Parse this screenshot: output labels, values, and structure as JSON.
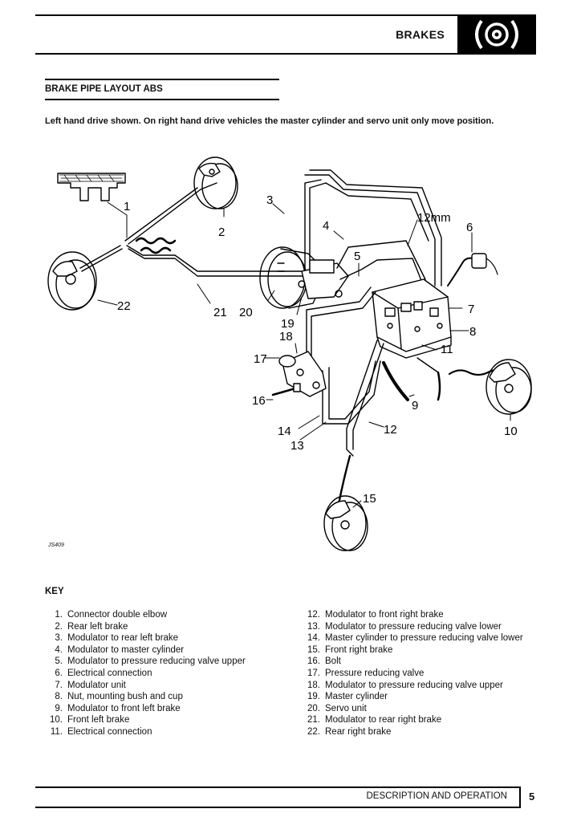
{
  "header": {
    "title": "BRAKES",
    "icon": "brake-disc-icon"
  },
  "section": {
    "title": "BRAKE PIPE LAYOUT ABS",
    "intro": "Left hand drive shown. On right hand drive vehicles the master cylinder and servo unit only move position."
  },
  "diagram": {
    "figure_ref": "JS409",
    "callouts": [
      "1",
      "2",
      "3",
      "4",
      "5",
      "6",
      "7",
      "8",
      "9",
      "10",
      "11",
      "12",
      "12mm",
      "13",
      "14",
      "15",
      "16",
      "17",
      "18",
      "19",
      "20",
      "21",
      "22"
    ]
  },
  "key": {
    "heading": "KEY",
    "items": [
      {
        "num": "1.",
        "label": "Connector double elbow"
      },
      {
        "num": "2.",
        "label": "Rear left brake"
      },
      {
        "num": "3.",
        "label": "Modulator to rear left brake"
      },
      {
        "num": "4.",
        "label": "Modulator to master cylinder"
      },
      {
        "num": "5.",
        "label": "Modulator to pressure reducing valve upper"
      },
      {
        "num": "6.",
        "label": "Electrical connection"
      },
      {
        "num": "7.",
        "label": "Modulator unit"
      },
      {
        "num": "8.",
        "label": "Nut, mounting bush and cup"
      },
      {
        "num": "9.",
        "label": "Modulator to front left brake"
      },
      {
        "num": "10.",
        "label": "Front left brake"
      },
      {
        "num": "11.",
        "label": "Electrical connection"
      },
      {
        "num": "12.",
        "label": "Modulator to front right brake"
      },
      {
        "num": "13.",
        "label": "Modulator to pressure reducing valve lower"
      },
      {
        "num": "14.",
        "label": "Master cylinder to pressure reducing valve lower"
      },
      {
        "num": "15.",
        "label": "Front right brake"
      },
      {
        "num": "16.",
        "label": "Bolt"
      },
      {
        "num": "17.",
        "label": "Pressure reducing valve"
      },
      {
        "num": "18.",
        "label": "Modulator to pressure reducing valve upper"
      },
      {
        "num": "19.",
        "label": "Master cylinder"
      },
      {
        "num": "20.",
        "label": "Servo unit"
      },
      {
        "num": "21.",
        "label": "Modulator to rear right brake"
      },
      {
        "num": "22.",
        "label": "Rear right brake"
      }
    ]
  },
  "footer": {
    "section": "DESCRIPTION AND OPERATION",
    "page": "5"
  }
}
